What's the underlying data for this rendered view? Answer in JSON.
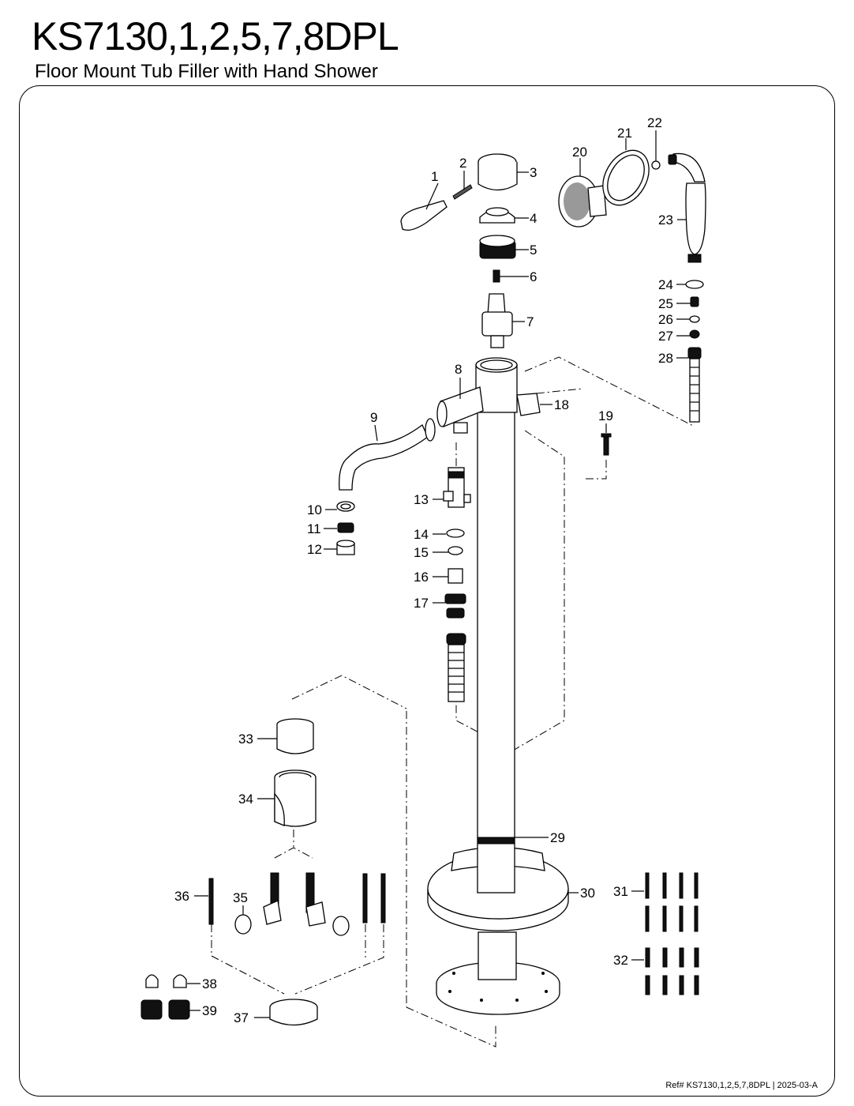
{
  "header": {
    "model": "KS7130,1,2,5,7,8DPL",
    "description": "Floor Mount Tub Filler with Hand Shower"
  },
  "footer": {
    "reference": "Ref# KS7130,1,2,5,7,8DPL | 2025-03-A"
  },
  "callouts": [
    "1",
    "2",
    "3",
    "4",
    "5",
    "6",
    "7",
    "8",
    "9",
    "10",
    "11",
    "12",
    "13",
    "14",
    "15",
    "16",
    "17",
    "18",
    "19",
    "20",
    "21",
    "22",
    "23",
    "24",
    "25",
    "26",
    "27",
    "28",
    "29",
    "30",
    "31",
    "32",
    "33",
    "34",
    "35",
    "36",
    "37",
    "38",
    "39"
  ]
}
